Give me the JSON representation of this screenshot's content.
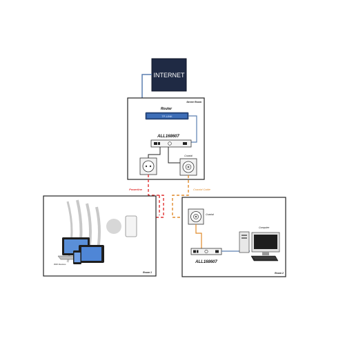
{
  "internet": {
    "label": "INTERNET",
    "fill": "#1f2a44"
  },
  "server_room": {
    "room_label": "Server Room",
    "router_title": "Router",
    "router_display": "TP-LINK",
    "device_model": "ALL168607",
    "coaxial_label": "Coaxial"
  },
  "links": {
    "powerline_label": "Powerline",
    "coaxial_cable_label": "Coaxial Cable",
    "powerline_color": "#e03030",
    "coaxial_color": "#e08a2a"
  },
  "room1": {
    "room_label": "Room 1",
    "wifi_label": "WiFi Devices"
  },
  "room2": {
    "room_label": "Room 2",
    "coaxial_label": "Coaxial",
    "computer_label": "Computer",
    "device_model": "ALL168607"
  },
  "icons": {
    "globe": "internet-box",
    "router": "router-icon",
    "outlet": "power-outlet-icon",
    "coax": "coaxial-socket-icon",
    "wifi": "wifi-waves-icon",
    "laptop": "laptop-icon",
    "tablet": "tablet-icon",
    "phone": "phone-icon",
    "computer": "desktop-computer-icon"
  }
}
